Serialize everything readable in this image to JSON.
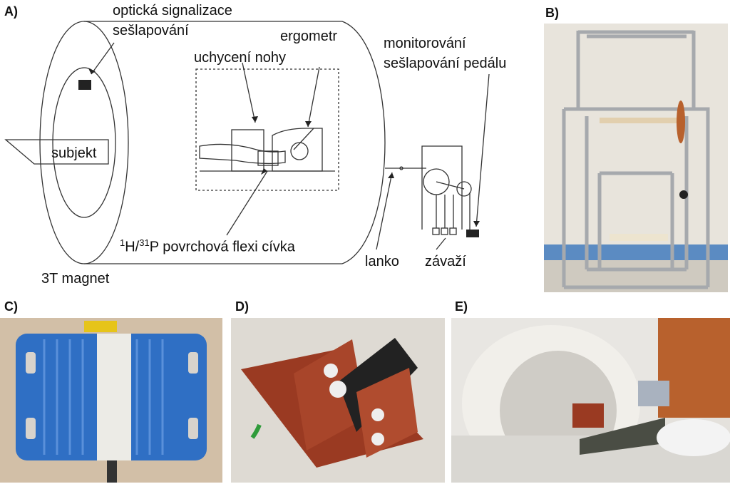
{
  "panels": {
    "a": "A)",
    "b": "B)",
    "c": "C)",
    "d": "D)",
    "e": "E)"
  },
  "labels": {
    "optical_line1": "optická signalizace",
    "optical_line2": "sešlapování",
    "ergometer": "ergometr",
    "monitoring_line1": "monitorování",
    "monitoring_line2": "sešlapování pedálu",
    "leg_fixation": "uchycení nohy",
    "subject": "subjekt",
    "coil_h_mass": "1",
    "coil_h": "H/",
    "coil_p_mass": "31",
    "coil_rest": "P povrchová flexi cívka",
    "cable": "lanko",
    "weights": "závaží",
    "magnet": "3T magnet"
  },
  "colors": {
    "coil_blue": "#2f6fc4",
    "ergometer_red": "#9a3a22",
    "frame_metal": "#b9bcc0",
    "scanner_white": "#e8e6e2",
    "wall_orange": "#b8612d"
  }
}
